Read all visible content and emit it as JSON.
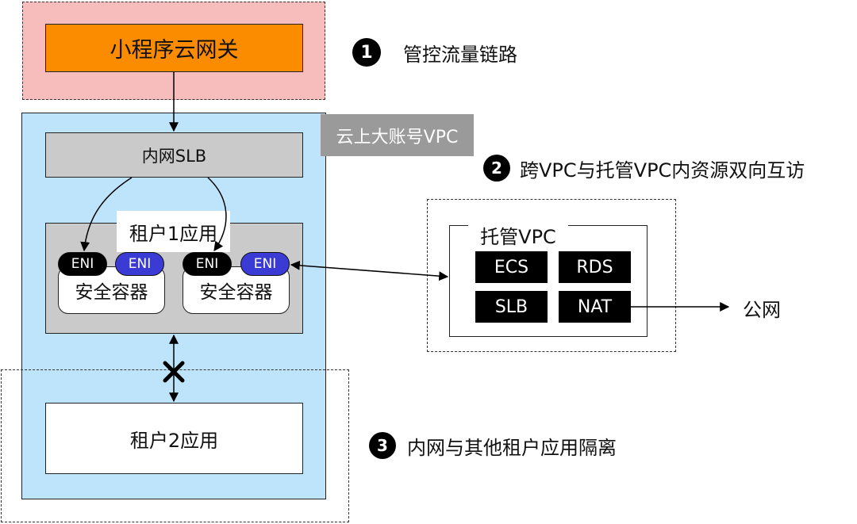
{
  "gateway": {
    "label": "小程序云网关"
  },
  "cloud_vpc": {
    "tag": "云上大账号VPC",
    "slb_label": "内网SLB",
    "tenant1": {
      "label": "租户1应用",
      "containers": [
        {
          "label": "安全容器",
          "eni": [
            "ENI",
            "ENI"
          ]
        },
        {
          "label": "安全容器",
          "eni": [
            "ENI",
            "ENI"
          ]
        }
      ]
    },
    "tenant2": {
      "label": "租户2应用"
    }
  },
  "managed_vpc": {
    "label": "托管VPC",
    "services": [
      "ECS",
      "RDS",
      "SLB",
      "NAT"
    ]
  },
  "internet": {
    "label": "公网"
  },
  "callouts": [
    {
      "number": "1",
      "text": "管控流量链路"
    },
    {
      "number": "2",
      "text": "跨VPC与托管VPC内资源双向互访"
    },
    {
      "number": "3",
      "text": "内网与其他租户应用隔离"
    }
  ]
}
